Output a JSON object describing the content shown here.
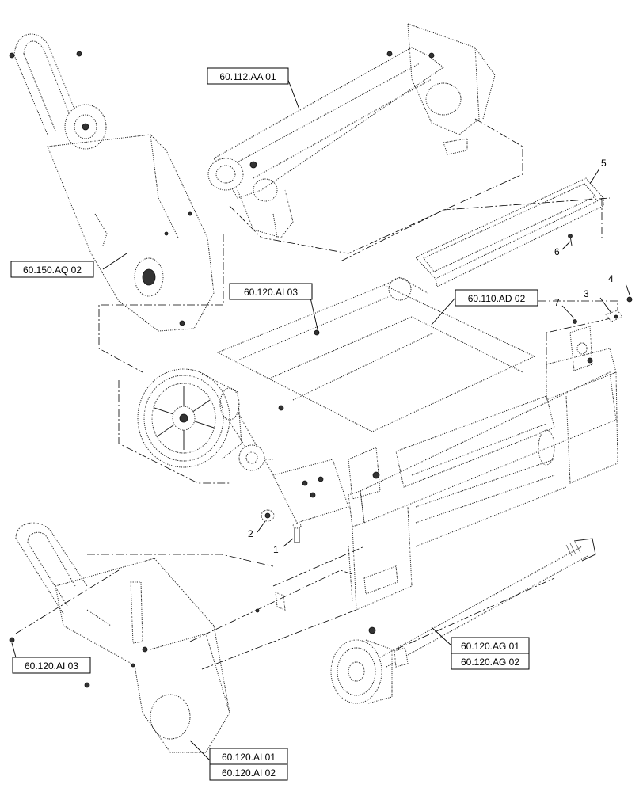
{
  "refs": {
    "aa01": "60.112.AA 01",
    "aq02": "60.150.AQ 02",
    "ai03_top": "60.120.AI 03",
    "ad02": "60.110.AD 02",
    "ai03_bottom": "60.120.AI 03",
    "ag01": "60.120.AG 01",
    "ag02": "60.120.AG 02",
    "ai01": "60.120.AI 01",
    "ai02": "60.120.AI 02"
  },
  "callouts": {
    "n1": "1",
    "n2": "2",
    "n3": "3",
    "n4": "4",
    "n5": "5",
    "n6": "6",
    "n7": "7"
  }
}
